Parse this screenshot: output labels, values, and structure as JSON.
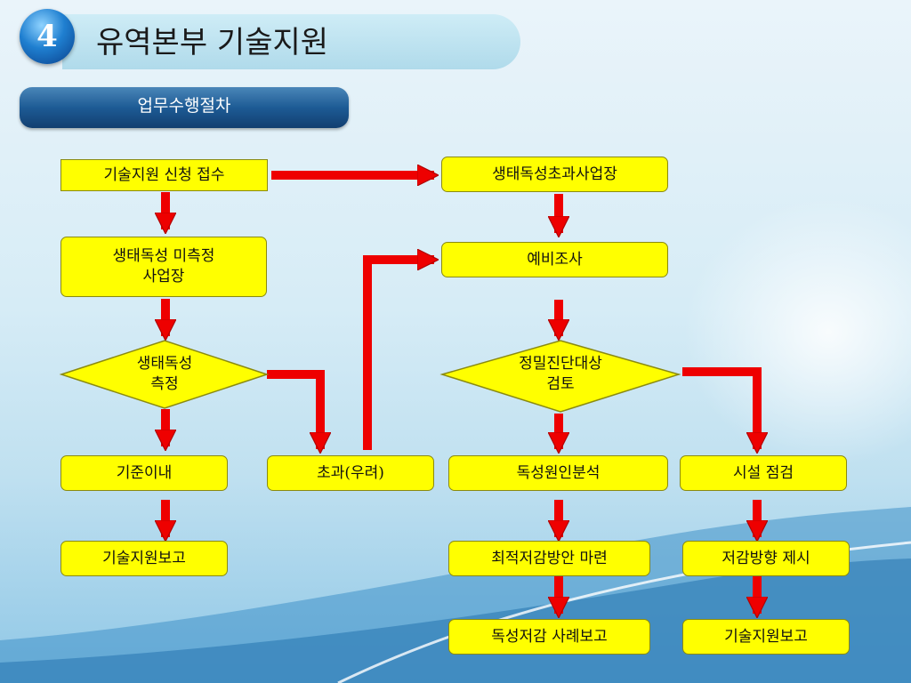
{
  "header": {
    "section_number": "4",
    "title": "유역본부 기술지원",
    "subtitle": "업무수행절차"
  },
  "colors": {
    "box_fill": "#ffff00",
    "arrow": "#ee0000",
    "subtitle_bar": "#1d5b95"
  },
  "flowchart": {
    "nodes": {
      "apply": "기술지원 신청 접수",
      "excess_site": "생태독성초과사업장",
      "unmeasured_site": "생태독성 미측정\n사업장",
      "preliminary": "예비조사",
      "measure": "생태독성\n측정",
      "detailed_review": "정밀진단대상\n검토",
      "within_limit": "기준이내",
      "exceeded": "초과(우려)",
      "source_analysis": "독성원인분석",
      "facility_check": "시설 점검",
      "report_left": "기술지원보고",
      "optimal_plan": "최적저감방안 마련",
      "reduction_direction": "저감방향 제시",
      "case_report": "독성저감 사례보고",
      "report_right": "기술지원보고"
    }
  }
}
